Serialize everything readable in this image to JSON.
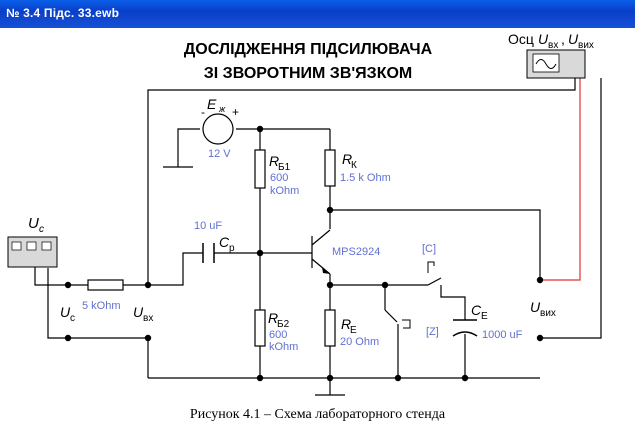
{
  "window": {
    "title": "№ 3.4 Підс. 33.ewb"
  },
  "heading": {
    "line1": "ДОСЛІДЖЕННЯ ПІДСИЛЮВАЧА",
    "line2": "ЗІ ЗВОРОТНИМ ЗВ'ЯЗКОМ"
  },
  "oscilloscope": {
    "label_prefix": "Осц",
    "u_in": "U",
    "u_in_sub": "вх",
    "sep": ",",
    "u_out": "U",
    "u_out_sub": "вих"
  },
  "source": {
    "label": "U",
    "label_sub": "c"
  },
  "battery": {
    "label": "E",
    "label_sub": "ж",
    "value": "12 V",
    "minus": "-",
    "plus": "+"
  },
  "rb1": {
    "label": "R",
    "sub": "Б1",
    "value1": "600",
    "value2": "kOhm"
  },
  "rk": {
    "label": "R",
    "sub": "К",
    "value": "1.5 k Ohm"
  },
  "cp": {
    "value": "10 uF",
    "label": "C",
    "sub": "р"
  },
  "transistor": {
    "model": "MPS2924"
  },
  "rb2": {
    "label": "R",
    "sub": "Б2",
    "value1": "600",
    "value2": "kOhm"
  },
  "re": {
    "label": "R",
    "sub": "Е",
    "value": "20 Ohm"
  },
  "ce": {
    "label": "C",
    "sub": "Е",
    "value": "1000 uF"
  },
  "rs": {
    "value": "5 kOhm"
  },
  "switch_c": {
    "key": "[C]"
  },
  "switch_z": {
    "key": "[Z]"
  },
  "nodes": {
    "uc": "U",
    "uc_sub": "c",
    "uin": "U",
    "uin_sub": "вх",
    "uout": "U",
    "uout_sub": "вих"
  },
  "caption": "Рисунок 4.1 – Схема лабораторного стенда",
  "colors": {
    "title_bar": "#0a4fd8",
    "value_text": "#6070d0",
    "probe_wire": "#e03030",
    "wire": "#000000"
  }
}
